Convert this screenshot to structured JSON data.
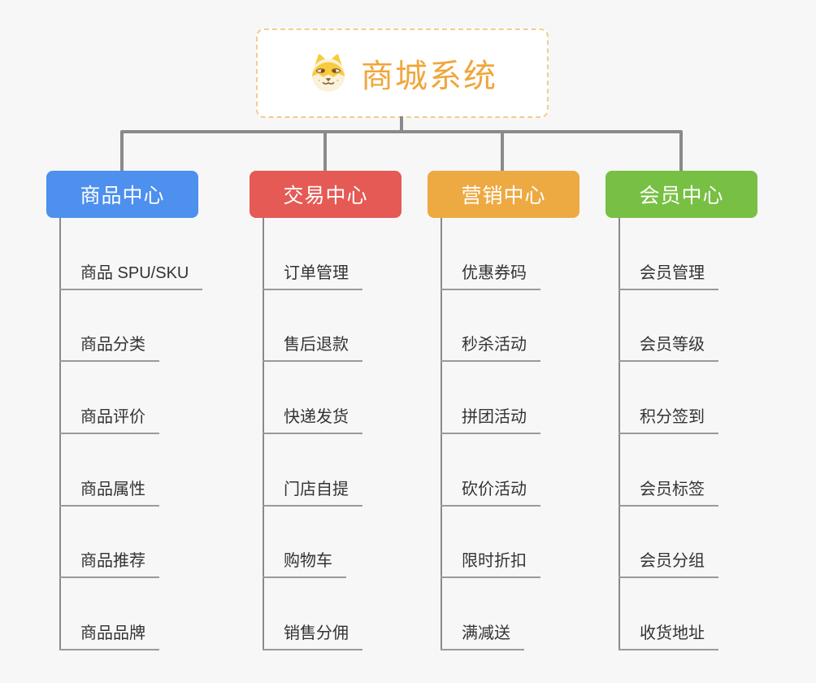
{
  "root": {
    "title": "商城系统",
    "icon": "dog-face-icon",
    "text_color": "#F0A63C",
    "border_color": "#F3CD8E",
    "fill": "#FFFFFF"
  },
  "branches": [
    {
      "label": "商品中心",
      "color": "#4D90EE",
      "children": [
        "商品 SPU/SKU",
        "商品分类",
        "商品评价",
        "商品属性",
        "商品推荐",
        "商品品牌"
      ]
    },
    {
      "label": "交易中心",
      "color": "#E55A55",
      "children": [
        "订单管理",
        "售后退款",
        "快递发货",
        "门店自提",
        "购物车",
        "销售分佣"
      ]
    },
    {
      "label": "营销中心",
      "color": "#EDAA42",
      "children": [
        "优惠券码",
        "秒杀活动",
        "拼团活动",
        "砍价活动",
        "限时折扣",
        "满减送"
      ]
    },
    {
      "label": "会员中心",
      "color": "#77C043",
      "children": [
        "会员管理",
        "会员等级",
        "积分签到",
        "会员标签",
        "会员分组",
        "收货地址"
      ]
    }
  ],
  "colors": {
    "background": "#F7F7F7",
    "connector": "#8A8A8A",
    "leaf_underline": "#9A9A9A",
    "leaf_text": "#333333"
  }
}
